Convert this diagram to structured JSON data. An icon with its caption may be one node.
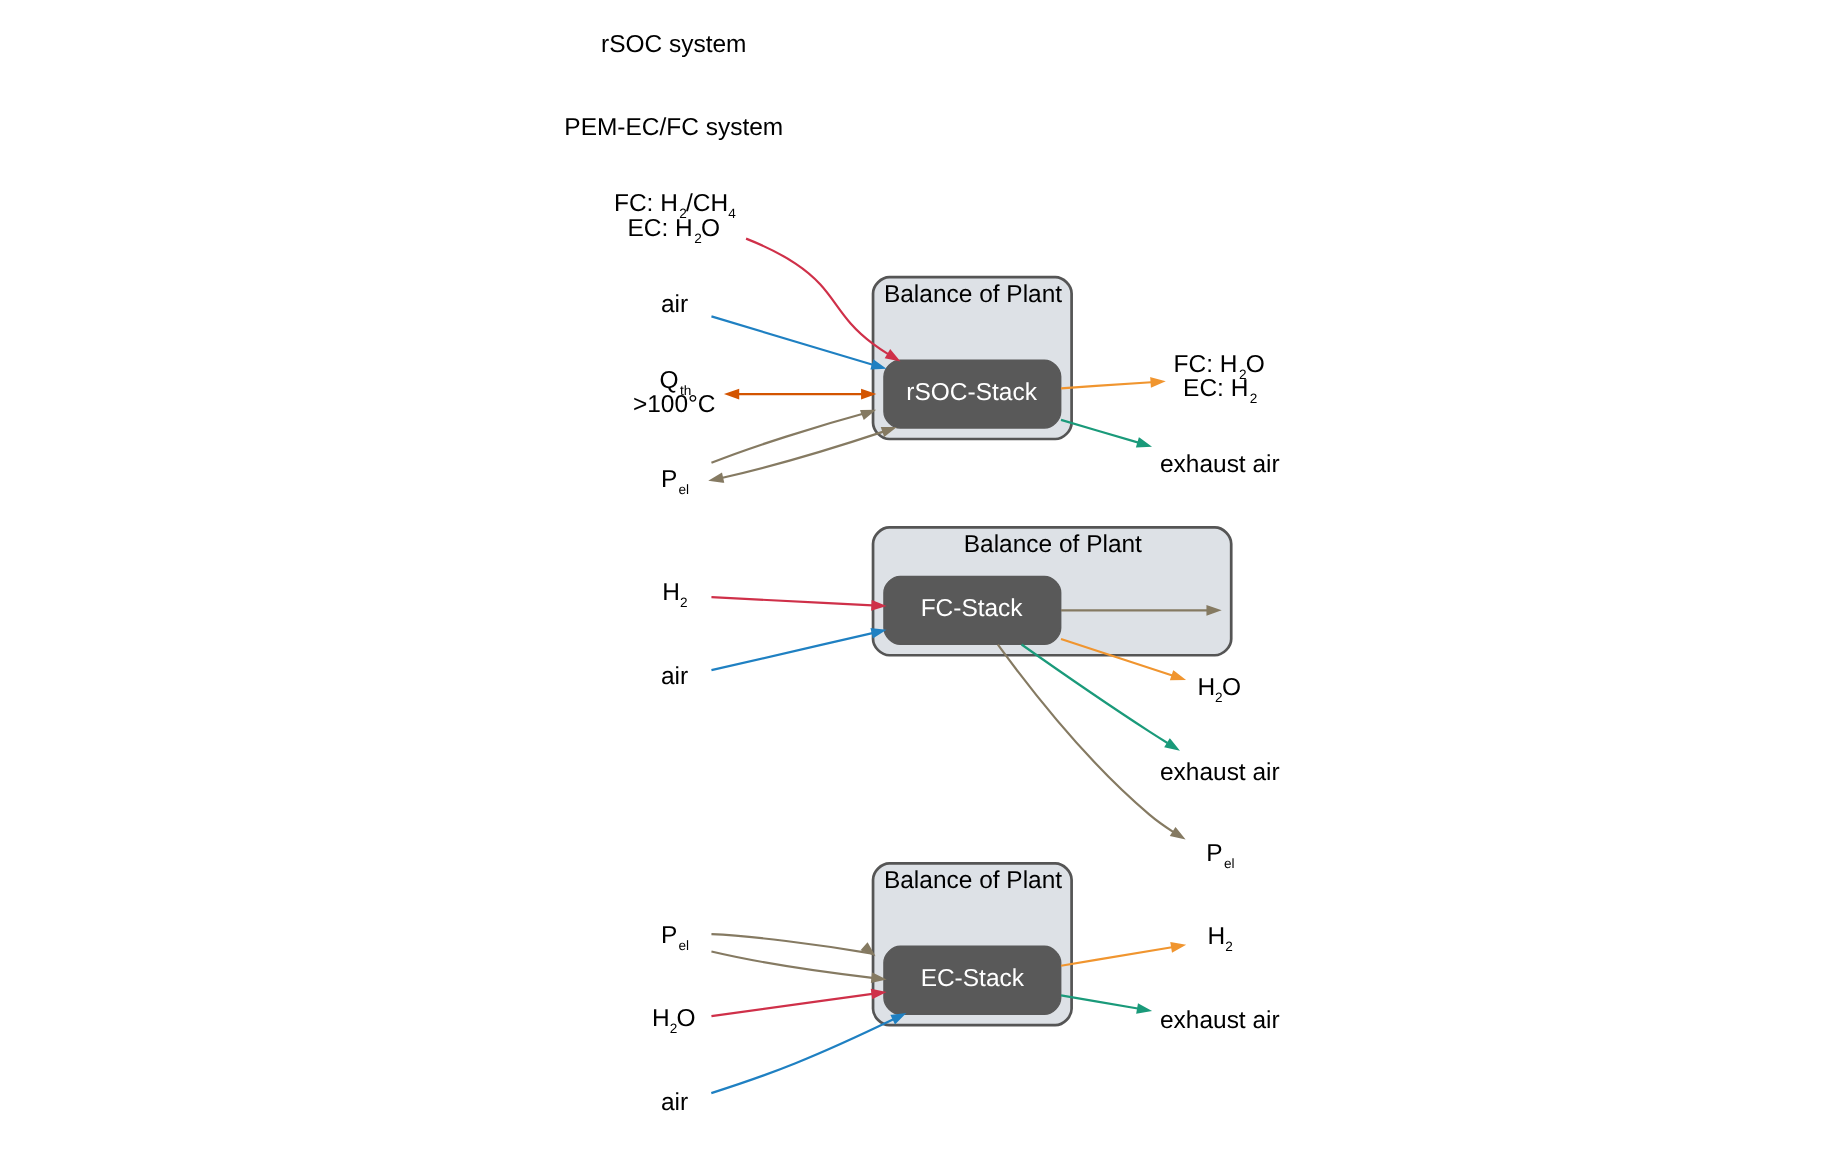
{
  "diagram": {
    "nodes": [
      {
        "text": [
          "Balance of Plant"
        ]
      },
      {
        "text": [
          "EC-Stack"
        ],
        "in": 0
      },
      {
        "text": [
          "P$_{el}$"
        ]
      },
      {
        "text": [
          "H$_{2}$"
        ]
      },
      {
        "text": [
          "exhaust air"
        ]
      },
      {
        "text": [
          "H$_{2}$O"
        ]
      },
      {
        "text": [
          "air"
        ]
      },
      {
        "text": [
          "Balance of Plant"
        ]
      },
      {
        "text": [
          "FC-Stack"
        ],
        "in": 7
      },
      {
        "text": [
          "H$_{2}$O"
        ]
      },
      {
        "text": [
          "exhaust air"
        ]
      },
      {
        "text": [
          "H$_{2}$"
        ]
      },
      {
        "text": [
          "air"
        ]
      },
      {
        "text": [
          "P$_{el}$"
        ]
      },
      {
        "text": [
          "Balance of Plant"
        ]
      },
      {
        "text": [
          "rSOC-Stack"
        ],
        "in": 14
      },
      {
        "text": [
          "FC: H$_{2}$O",
          "EC: H$_{2}$"
        ]
      },
      {
        "text": [
          "exhaust air"
        ]
      },
      {
        "text": [
          "FC: H$_{2}$/CH$_{4}$",
          "EC: H$_{2}$O"
        ]
      },
      {
        "text": [
          "air"
        ]
      },
      {
        "text": [
          "Q$_{th}$",
          ">100°C"
        ]
      },
      {
        "text": [
          "P$_{el}$"
        ]
      }
    ],
    "edges": [
      {
        "from": 2,
        "to": 1,
        "arrow": "to"
      },
      {
        "from": 2,
        "to": 0,
        "arrow": "to"
      },
      {
        "from": 1,
        "to": 3,
        "arrow": "to",
        "color": "#f0952f"
      },
      {
        "from": 1,
        "to": 4,
        "arrow": "to",
        "color": "#1a9a7a"
      },
      {
        "from": 5,
        "to": 1,
        "arrow": "to",
        "color": "#cf3049"
      },
      {
        "from": 6,
        "to": 1,
        "arrow": "to",
        "color": "#1f80c2"
      },
      {
        "from": 8,
        "to": 9,
        "arrow": "to",
        "color": "#f0952f"
      },
      {
        "from": 8,
        "to": 10,
        "arrow": "to",
        "color": "#1a9a7a"
      },
      {
        "from": 11,
        "to": 8,
        "arrow": "to",
        "color": "#cf3049"
      },
      {
        "from": 12,
        "to": 8,
        "arrow": "to",
        "color": "#1f80c2"
      },
      {
        "from": 8,
        "to": 13,
        "arrow": "to"
      },
      {
        "from": 8,
        "to": 7,
        "arrow": "to"
      },
      {
        "from": 15,
        "to": 16,
        "arrow": "to",
        "color": "#f0952f"
      },
      {
        "from": 15,
        "to": 17,
        "arrow": "to",
        "color": "#1a9a7a"
      },
      {
        "from": 18,
        "to": 15,
        "arrow": "to",
        "color": "#cf3049"
      },
      {
        "from": 19,
        "to": 15,
        "arrow": "to",
        "color": "#1f80c2"
      },
      {
        "from": 20,
        "to": 14,
        "arrow": "both",
        "color": "#d35400"
      },
      {
        "from": 21,
        "to": 15,
        "arrow": "both"
      },
      {
        "from": 21,
        "to": 14,
        "arrow": "to"
      }
    ],
    "labels": [
      "PEM-EC/FC system",
      "rSOC system"
    ]
  }
}
